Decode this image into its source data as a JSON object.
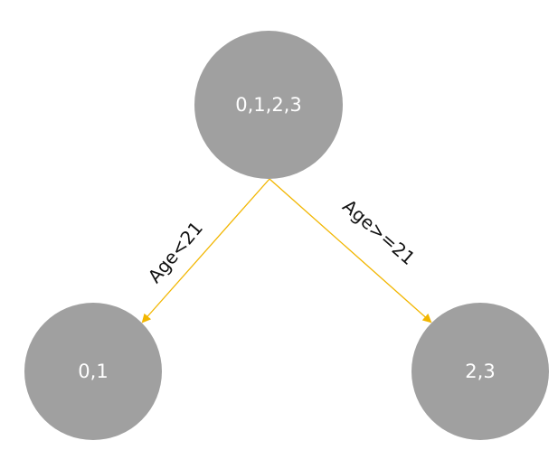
{
  "nodes": {
    "root": {
      "label": "0,1,2,3"
    },
    "left": {
      "label": "0,1"
    },
    "right": {
      "label": "2,3"
    }
  },
  "edges": {
    "left": {
      "label": "Age<21"
    },
    "right": {
      "label": "Age>=21"
    }
  },
  "colors": {
    "node_fill": "#a0a0a0",
    "node_text": "#ffffff",
    "edge": "#f2b600",
    "edge_text": "#111111"
  }
}
